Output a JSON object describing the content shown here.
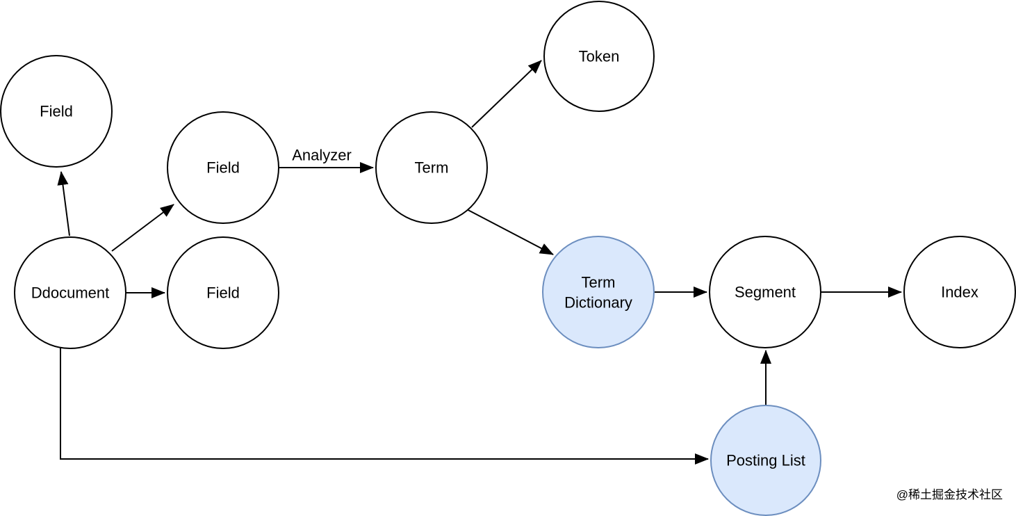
{
  "diagram": {
    "colors": {
      "background": "#ffffff",
      "node_fill": "#ffffff",
      "node_stroke": "#000000",
      "highlight_fill": "#dae8fc",
      "highlight_stroke": "#6c8ebf",
      "edge": "#000000",
      "label": "#000000",
      "watermark": "#c2c2c8"
    },
    "nodes": [
      {
        "id": "field-top-left",
        "label": "Field",
        "highlighted": false
      },
      {
        "id": "ddocument",
        "label": "Ddocument",
        "highlighted": false
      },
      {
        "id": "field-middle-top",
        "label": "Field",
        "highlighted": false
      },
      {
        "id": "field-middle-bottom",
        "label": "Field",
        "highlighted": false
      },
      {
        "id": "term",
        "label": "Term",
        "highlighted": false
      },
      {
        "id": "token",
        "label": "Token",
        "highlighted": false
      },
      {
        "id": "term-dictionary",
        "label": "Term Dictionary",
        "lines": [
          "Term",
          "Dictionary"
        ],
        "highlighted": true
      },
      {
        "id": "segment",
        "label": "Segment",
        "highlighted": false
      },
      {
        "id": "index",
        "label": "Index",
        "highlighted": false
      },
      {
        "id": "posting-list",
        "label": "Posting List",
        "highlighted": true
      }
    ],
    "edges": [
      {
        "from": "ddocument",
        "to": "field-top-left",
        "label": ""
      },
      {
        "from": "ddocument",
        "to": "field-middle-top",
        "label": ""
      },
      {
        "from": "ddocument",
        "to": "field-middle-bottom",
        "label": ""
      },
      {
        "from": "field-middle-top",
        "to": "term",
        "label": "Analyzer"
      },
      {
        "from": "term",
        "to": "token",
        "label": ""
      },
      {
        "from": "term",
        "to": "term-dictionary",
        "label": ""
      },
      {
        "from": "term-dictionary",
        "to": "segment",
        "label": ""
      },
      {
        "from": "segment",
        "to": "index",
        "label": ""
      },
      {
        "from": "posting-list",
        "to": "segment",
        "label": ""
      },
      {
        "from": "ddocument",
        "to": "posting-list",
        "label": ""
      }
    ],
    "watermark": "@稀土掘金技术社区"
  }
}
